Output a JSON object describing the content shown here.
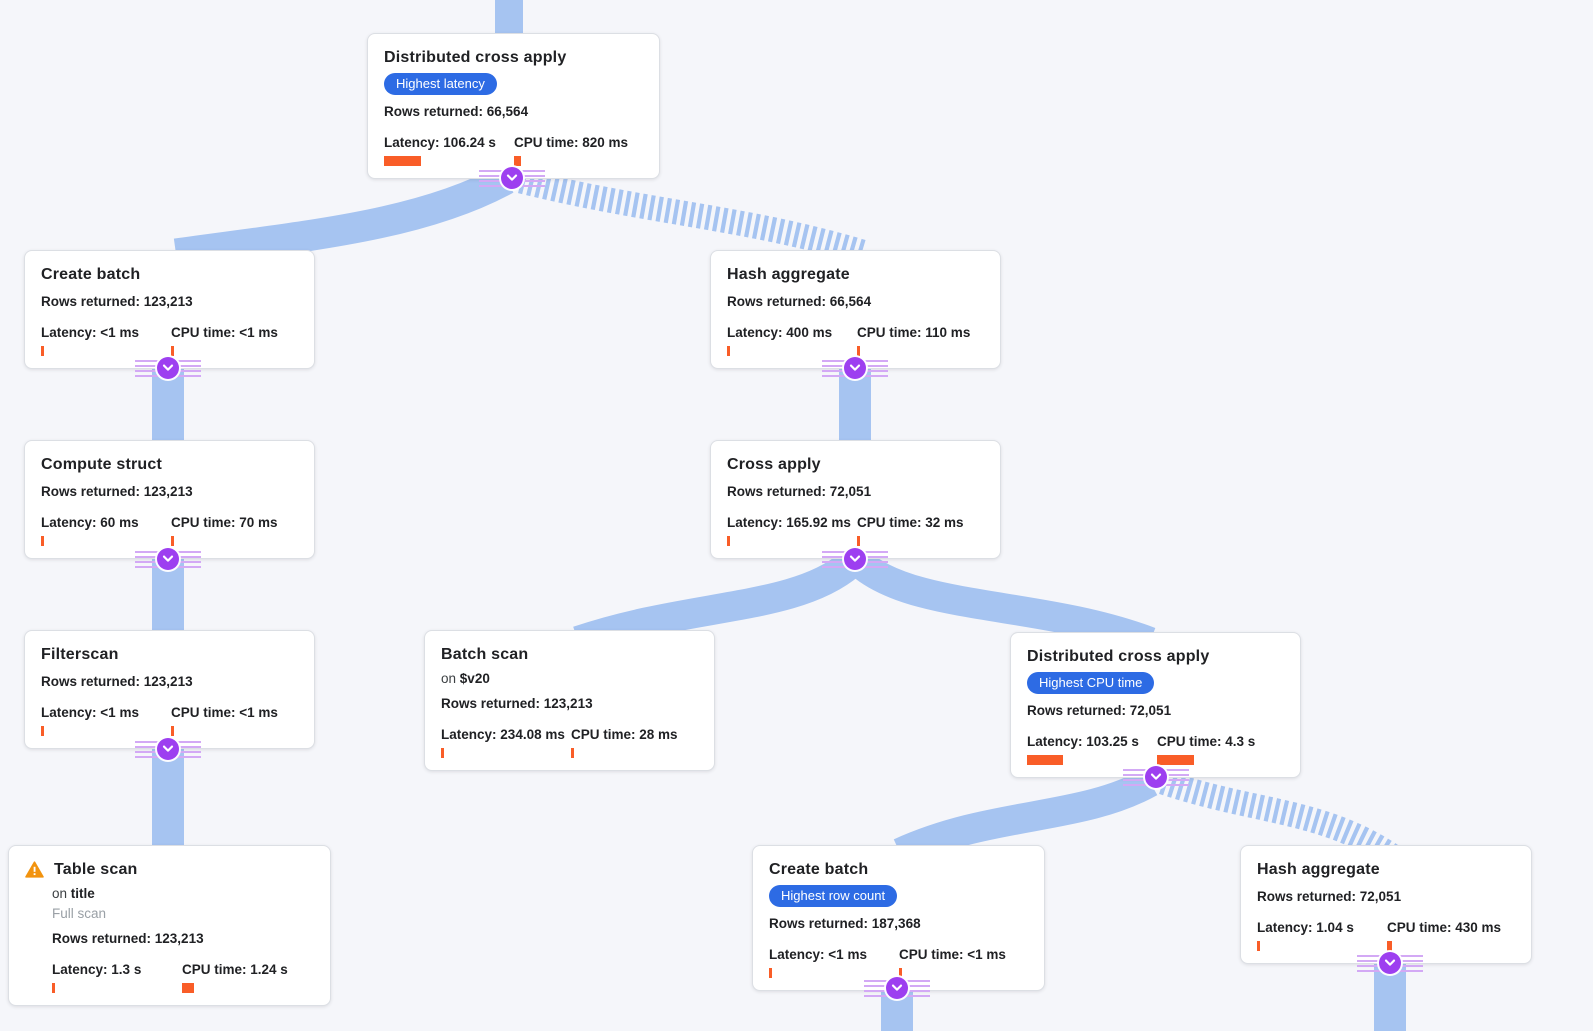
{
  "app": {
    "title": "Query execution plan graph"
  },
  "labels": {
    "rows": "Rows returned:",
    "latency": "Latency:",
    "cpu": "CPU time:",
    "on": "on"
  },
  "colors": {
    "edge_blue": "#a6c4f1",
    "connector_purple": "#9d3ff0",
    "connector_stripe": "#d3a9f5",
    "badge_blue": "#2d6be4",
    "meter_orange": "#f95d28",
    "warning_orange": "#f2930e",
    "background": "#f5f6fa"
  },
  "nodes": [
    {
      "id": "dca-top",
      "title": "Distributed cross apply",
      "badge": "Highest latency",
      "warning": false,
      "on": null,
      "note": null,
      "rows_returned": "66,564",
      "latency": "106.24 s",
      "cpu_time": "820 ms",
      "latency_bar": 37,
      "cpu_bar": 7
    },
    {
      "id": "create-batch-left",
      "title": "Create batch",
      "badge": null,
      "warning": false,
      "on": null,
      "note": null,
      "rows_returned": "123,213",
      "latency": "<1 ms",
      "cpu_time": "<1 ms",
      "latency_bar": 3,
      "cpu_bar": 3
    },
    {
      "id": "hash-aggregate-top",
      "title": "Hash aggregate",
      "badge": null,
      "warning": false,
      "on": null,
      "note": null,
      "rows_returned": "66,564",
      "latency": "400 ms",
      "cpu_time": "110 ms",
      "latency_bar": 3,
      "cpu_bar": 3
    },
    {
      "id": "compute-struct",
      "title": "Compute struct",
      "badge": null,
      "warning": false,
      "on": null,
      "note": null,
      "rows_returned": "123,213",
      "latency": "60 ms",
      "cpu_time": "70 ms",
      "latency_bar": 3,
      "cpu_bar": 3
    },
    {
      "id": "cross-apply",
      "title": "Cross apply",
      "badge": null,
      "warning": false,
      "on": null,
      "note": null,
      "rows_returned": "72,051",
      "latency": "165.92 ms",
      "cpu_time": "32 ms",
      "latency_bar": 3,
      "cpu_bar": 3
    },
    {
      "id": "filterscan",
      "title": "Filterscan",
      "badge": null,
      "warning": false,
      "on": null,
      "note": null,
      "rows_returned": "123,213",
      "latency": "<1 ms",
      "cpu_time": "<1 ms",
      "latency_bar": 3,
      "cpu_bar": 3
    },
    {
      "id": "batch-scan",
      "title": "Batch scan",
      "badge": null,
      "warning": false,
      "on": "$v20",
      "note": null,
      "rows_returned": "123,213",
      "latency": "234.08 ms",
      "cpu_time": "28 ms",
      "latency_bar": 3,
      "cpu_bar": 3
    },
    {
      "id": "dca-right",
      "title": "Distributed cross apply",
      "badge": "Highest CPU time",
      "warning": false,
      "on": null,
      "note": null,
      "rows_returned": "72,051",
      "latency": "103.25 s",
      "cpu_time": "4.3 s",
      "latency_bar": 36,
      "cpu_bar": 37
    },
    {
      "id": "table-scan",
      "title": "Table scan",
      "badge": null,
      "warning": true,
      "on": "title",
      "note": "Full scan",
      "rows_returned": "123,213",
      "latency": "1.3 s",
      "cpu_time": "1.24 s",
      "latency_bar": 3,
      "cpu_bar": 12
    },
    {
      "id": "create-batch-bottom",
      "title": "Create batch",
      "badge": "Highest row count",
      "warning": false,
      "on": null,
      "note": null,
      "rows_returned": "187,368",
      "latency": "<1 ms",
      "cpu_time": "<1 ms",
      "latency_bar": 3,
      "cpu_bar": 3
    },
    {
      "id": "hash-aggregate-bottom",
      "title": "Hash aggregate",
      "badge": null,
      "warning": false,
      "on": null,
      "note": null,
      "rows_returned": "72,051",
      "latency": "1.04 s",
      "cpu_time": "430 ms",
      "latency_bar": 3,
      "cpu_bar": 5
    }
  ],
  "edges": [
    {
      "from": "offscreen-top",
      "to": "dca-top",
      "style": "solid"
    },
    {
      "from": "dca-top",
      "to": "create-batch-left",
      "style": "solid"
    },
    {
      "from": "dca-top",
      "to": "hash-aggregate-top",
      "style": "hatched"
    },
    {
      "from": "create-batch-left",
      "to": "compute-struct",
      "style": "solid"
    },
    {
      "from": "hash-aggregate-top",
      "to": "cross-apply",
      "style": "solid"
    },
    {
      "from": "compute-struct",
      "to": "filterscan",
      "style": "solid"
    },
    {
      "from": "cross-apply",
      "to": "batch-scan",
      "style": "solid"
    },
    {
      "from": "cross-apply",
      "to": "dca-right",
      "style": "solid"
    },
    {
      "from": "filterscan",
      "to": "table-scan",
      "style": "solid"
    },
    {
      "from": "dca-right",
      "to": "create-batch-bottom",
      "style": "solid"
    },
    {
      "from": "dca-right",
      "to": "hash-aggregate-bottom",
      "style": "hatched"
    },
    {
      "from": "create-batch-bottom",
      "to": "offscreen-bottom",
      "style": "solid"
    },
    {
      "from": "hash-aggregate-bottom",
      "to": "offscreen-bottom",
      "style": "solid"
    }
  ],
  "connectors": [
    {
      "node": "dca-top"
    },
    {
      "node": "create-batch-left"
    },
    {
      "node": "hash-aggregate-top"
    },
    {
      "node": "compute-struct"
    },
    {
      "node": "cross-apply"
    },
    {
      "node": "filterscan"
    },
    {
      "node": "dca-right"
    },
    {
      "node": "create-batch-bottom"
    },
    {
      "node": "hash-aggregate-bottom"
    }
  ]
}
